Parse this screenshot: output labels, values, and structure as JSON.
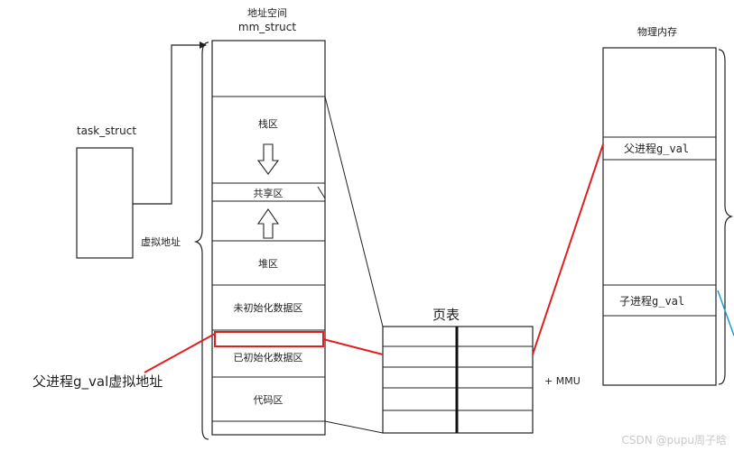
{
  "address_space": {
    "title": "地址空间",
    "subtitle": "mm_struct",
    "segments": {
      "stack": "栈区",
      "shared": "共享区",
      "heap": "堆区",
      "bss": "未初始化数据区",
      "data": "已初始化数据区",
      "code": "代码区"
    }
  },
  "task_struct": {
    "label": "task_struct"
  },
  "virtual_address_label": "虚拟地址",
  "page_table": {
    "title": "页表",
    "mmu_label": "+ MMU"
  },
  "physical_memory": {
    "title": "物理内存",
    "parent_cell": "父进程g_val",
    "child_cell": "子进程g_val"
  },
  "annotation": {
    "parent_virtual": "父进程g_val虚拟地址"
  },
  "watermark": "CSDN @pupu周子晗",
  "colors": {
    "highlight": "#e02020",
    "line": "#222222",
    "blue_line": "#1e9bd7"
  }
}
